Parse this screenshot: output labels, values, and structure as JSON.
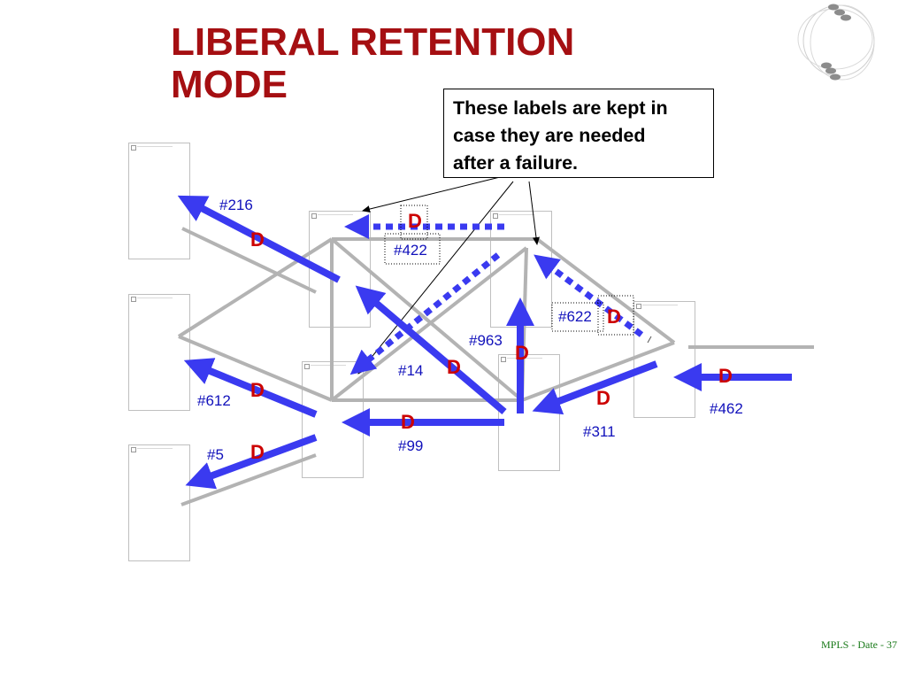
{
  "title_line1": "LIBERAL RETENTION",
  "title_line2": "MODE",
  "callout": {
    "line1": "These labels are kept in",
    "line2": "case they are needed",
    "line3": "after a failure."
  },
  "footer": "MPLS  - Date -  37",
  "labels": {
    "l216": "#216",
    "l422": "#422",
    "l622": "#622",
    "l963": "#963",
    "l14": "#14",
    "l612": "#612",
    "l99": "#99",
    "l311": "#311",
    "l462": "#462",
    "l5": "#5"
  },
  "d_mark": "D",
  "colors": {
    "title": "#a50f12",
    "arrow": "#3a3af0",
    "link": "#b3b3b3",
    "d_mark": "#cc0000",
    "label": "#1111bb"
  }
}
